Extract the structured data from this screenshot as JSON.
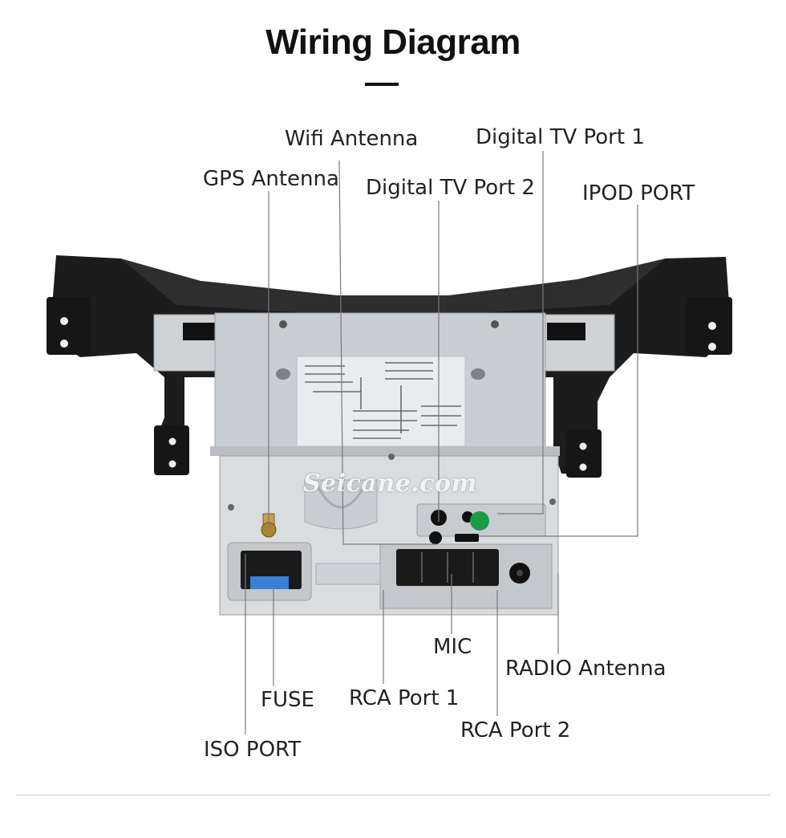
{
  "title": "Wiring Diagram",
  "watermark": "Seicane.com",
  "labels": {
    "wifi_antenna": "Wifi Antenna",
    "digital_tv_port_1": "Digital TV Port 1",
    "gps_antenna": "GPS Antenna",
    "digital_tv_port_2": "Digital TV Port 2",
    "ipod_port": "IPOD PORT",
    "mic": "MIC",
    "radio_antenna": "RADIO Antenna",
    "fuse": "FUSE",
    "rca_port_1": "RCA Port 1",
    "rca_port_2": "RCA Port 2",
    "iso_port": "ISO PORT"
  },
  "colors": {
    "bracket": "#1c1c1c",
    "chassis": "#c7ccd1",
    "panel": "#d9dde0",
    "connector": "#1a1a1a",
    "fuse": "#3a7fd6",
    "gps_connector": "#c8a24a",
    "callout_line": "#7a7a7a",
    "badge": "#1d9b44"
  }
}
